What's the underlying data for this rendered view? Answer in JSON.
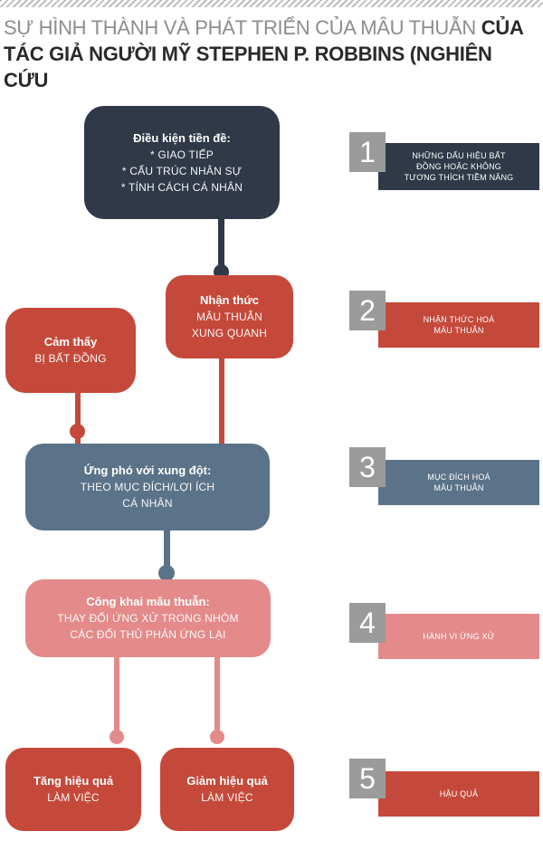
{
  "title": {
    "light": "Sự hình thành và phát triển của mâu thuẫn ",
    "dark1": "của",
    "dark2": "tác giả người Mỹ Stephen P. Robbins (nghiên cứu"
  },
  "flow": {
    "conditions": {
      "head": "Điều kiện tiền đề:",
      "items": [
        "* Giao tiếp",
        "* Cấu trúc nhân sự",
        "* Tính cách cá nhân"
      ]
    },
    "awareness": {
      "head": "Nhận thức",
      "lines": [
        "mâu thuẫn",
        "xung quanh"
      ]
    },
    "feeling": {
      "head": "Cảm thấy",
      "lines": [
        "bị bất đồng"
      ]
    },
    "coping": {
      "head": "Ứng phó với xung đột:",
      "lines": [
        "Theo mục đích/lợi ích",
        "cá nhân"
      ]
    },
    "public": {
      "head": "Công khai mâu thuẫn:",
      "lines": [
        "Thay đổi ứng xử trong nhóm",
        "các đối thủ phản ứng lại"
      ]
    },
    "increase": {
      "head": "Tăng hiệu quả",
      "lines": [
        "làm việc"
      ]
    },
    "decrease": {
      "head": "Giảm hiệu quả",
      "lines": [
        "làm việc"
      ]
    }
  },
  "steps": [
    {
      "number": "1",
      "lines": [
        "Những dấu hiệu bất",
        "đồng hoặc không",
        "tương thích tiềm năng"
      ],
      "color": "#2f3947"
    },
    {
      "number": "2",
      "lines": [
        "Nhận thức hoá",
        "mâu thuẫn"
      ],
      "color": "#c5493a"
    },
    {
      "number": "3",
      "lines": [
        "Mục đích hoá",
        "mâu thuẫn"
      ],
      "color": "#5b7388"
    },
    {
      "number": "4",
      "lines": [
        "Hành vi ứng xử"
      ],
      "color": "#e48a8a"
    },
    {
      "number": "5",
      "lines": [
        "Hậu quả"
      ],
      "color": "#c5493a"
    }
  ]
}
